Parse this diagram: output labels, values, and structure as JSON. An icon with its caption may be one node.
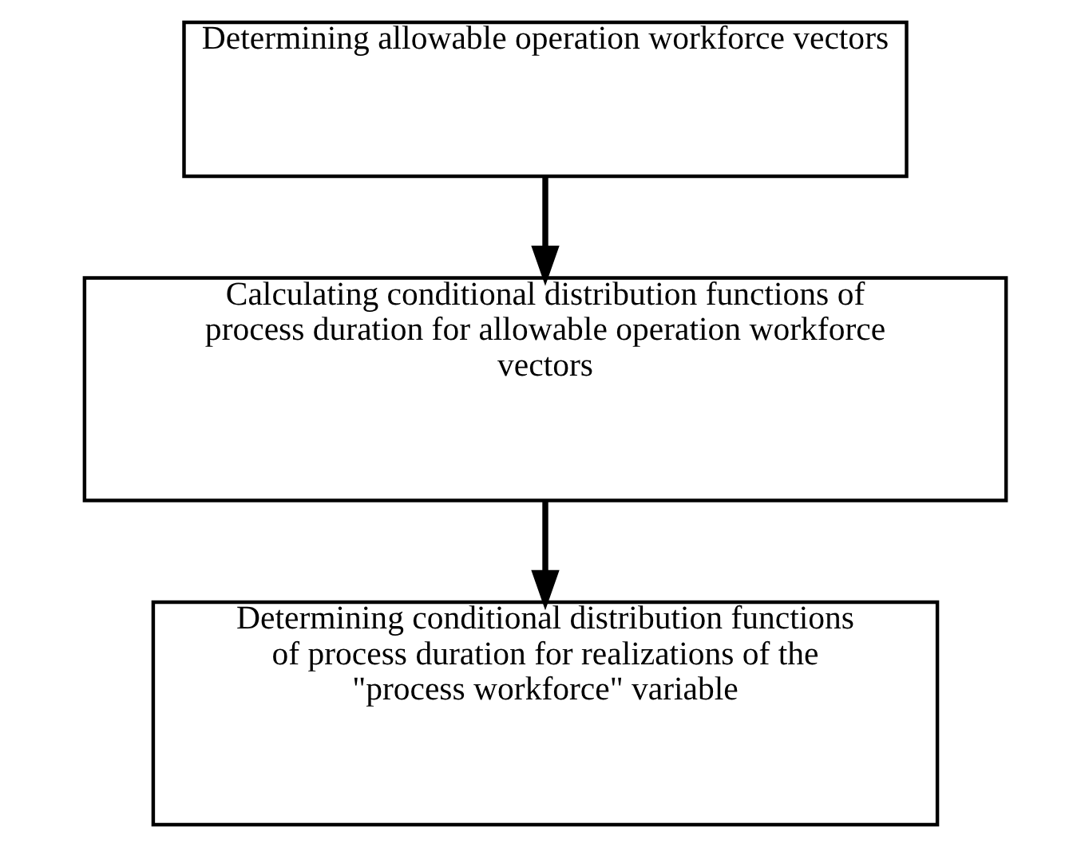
{
  "diagram": {
    "nodes": [
      {
        "text": [
          "Determining allowable operation workforce vectors"
        ]
      },
      {
        "text": [
          "Calculating conditional distribution functions of process duration for allowable operation workforce vectors"
        ]
      },
      {
        "text": [
          "Determining conditional distribution functions of process duration for realizations of the \"process workforce\" variable"
        ]
      }
    ],
    "edges": [
      {
        "from": 0,
        "to": 1,
        "arrow": "to"
      },
      {
        "from": 1,
        "to": 2,
        "arrow": "to"
      }
    ]
  }
}
